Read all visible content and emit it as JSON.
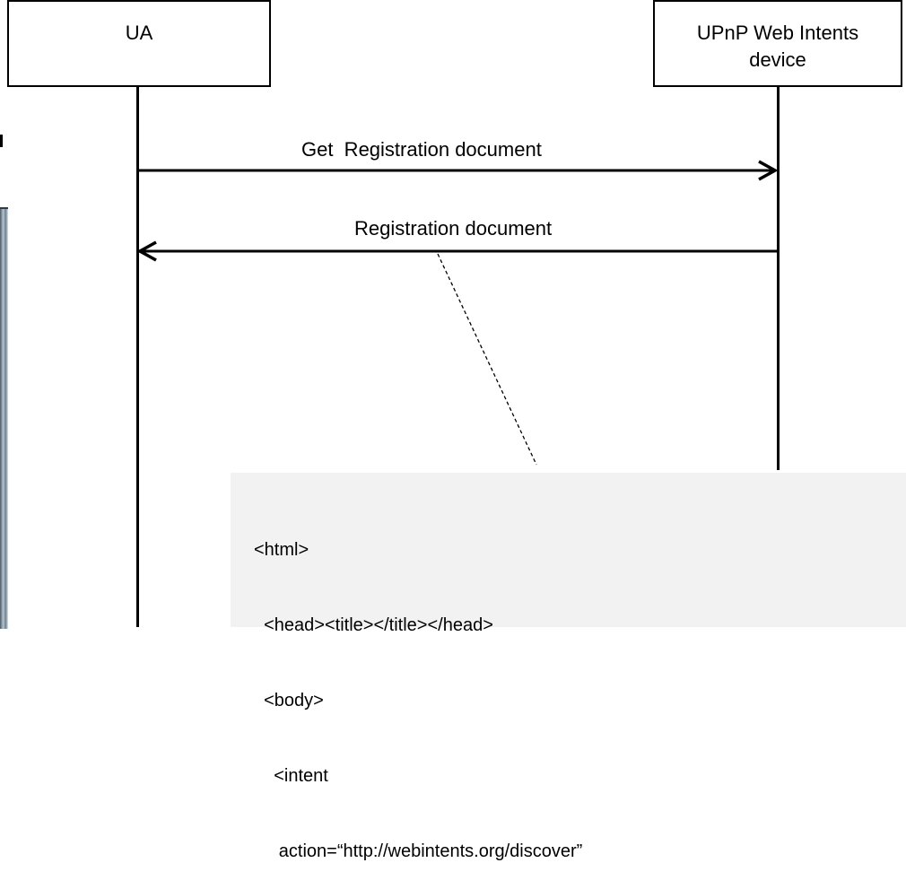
{
  "actors": {
    "ua": "UA",
    "device_line1": "UPnP Web Intents",
    "device_line2": "device"
  },
  "messages": {
    "get": "Get  Registration document",
    "response": "Registration document"
  },
  "code": {
    "line1": "<html>",
    "line2": "  <head><title></title></head>",
    "line3": "  <body>",
    "line4": "    <intent",
    "line5": "     action=“http://webintents.org/discover”"
  }
}
